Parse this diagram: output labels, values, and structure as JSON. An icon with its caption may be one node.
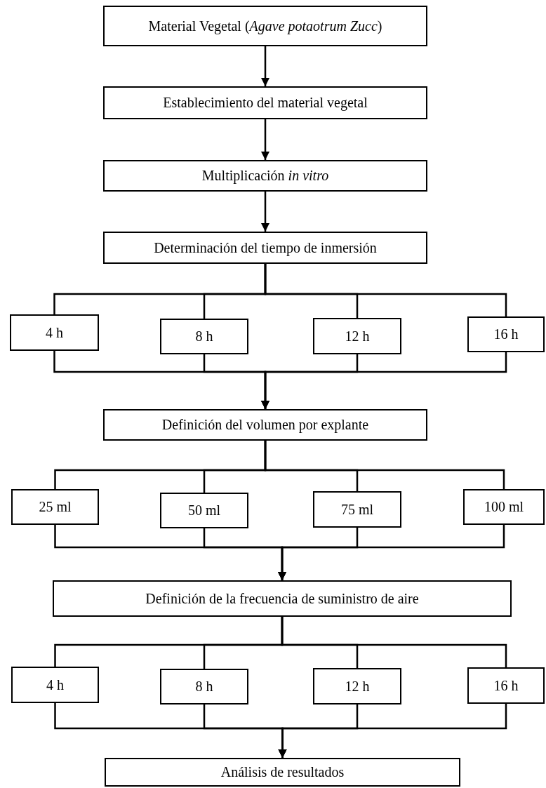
{
  "diagram": {
    "nodes": [
      {
        "text": [
          "Material Vegetal (*Agave potaotrum Zucc*)"
        ]
      },
      {
        "text": [
          "Establecimiento del material vegetal"
        ]
      },
      {
        "text": [
          "Multiplicación *in vitro*"
        ]
      },
      {
        "text": [
          "Determinación del tiempo de inmersión"
        ]
      },
      {
        "text": [
          "4 h"
        ]
      },
      {
        "text": [
          "8 h"
        ]
      },
      {
        "text": [
          "12 h"
        ]
      },
      {
        "text": [
          "16 h"
        ]
      },
      {
        "text": [
          "Definición del volumen por explante"
        ]
      },
      {
        "text": [
          "25 ml"
        ]
      },
      {
        "text": [
          "50 ml"
        ]
      },
      {
        "text": [
          "75 ml"
        ]
      },
      {
        "text": [
          "100 ml"
        ]
      },
      {
        "text": [
          "Definición de la frecuencia de suministro de aire"
        ]
      },
      {
        "text": [
          "4 h"
        ]
      },
      {
        "text": [
          "8 h"
        ]
      },
      {
        "text": [
          "12 h"
        ]
      },
      {
        "text": [
          "16 h"
        ]
      },
      {
        "text": [
          "Análisis de resultados"
        ]
      }
    ],
    "edges": [
      {
        "from": 0,
        "to": 1,
        "arrow": "to"
      },
      {
        "from": 1,
        "to": 2,
        "arrow": "to"
      },
      {
        "from": 2,
        "to": 3,
        "arrow": "to"
      },
      {
        "from": 3,
        "to": 4,
        "arrow": "none"
      },
      {
        "from": 3,
        "to": 5,
        "arrow": "none"
      },
      {
        "from": 3,
        "to": 6,
        "arrow": "none"
      },
      {
        "from": 3,
        "to": 7,
        "arrow": "none"
      },
      {
        "from": 4,
        "to": 8,
        "arrow": "to"
      },
      {
        "from": 5,
        "to": 8,
        "arrow": "to"
      },
      {
        "from": 6,
        "to": 8,
        "arrow": "to"
      },
      {
        "from": 7,
        "to": 8,
        "arrow": "to"
      },
      {
        "from": 8,
        "to": 9,
        "arrow": "none"
      },
      {
        "from": 8,
        "to": 10,
        "arrow": "none"
      },
      {
        "from": 8,
        "to": 11,
        "arrow": "none"
      },
      {
        "from": 8,
        "to": 12,
        "arrow": "none"
      },
      {
        "from": 9,
        "to": 13,
        "arrow": "to"
      },
      {
        "from": 10,
        "to": 13,
        "arrow": "to"
      },
      {
        "from": 11,
        "to": 13,
        "arrow": "to"
      },
      {
        "from": 12,
        "to": 13,
        "arrow": "to"
      },
      {
        "from": 13,
        "to": 14,
        "arrow": "none"
      },
      {
        "from": 13,
        "to": 15,
        "arrow": "none"
      },
      {
        "from": 13,
        "to": 16,
        "arrow": "none"
      },
      {
        "from": 13,
        "to": 17,
        "arrow": "none"
      },
      {
        "from": 14,
        "to": 18,
        "arrow": "to"
      },
      {
        "from": 15,
        "to": 18,
        "arrow": "to"
      },
      {
        "from": 16,
        "to": 18,
        "arrow": "to"
      },
      {
        "from": 17,
        "to": 18,
        "arrow": "to"
      }
    ]
  }
}
